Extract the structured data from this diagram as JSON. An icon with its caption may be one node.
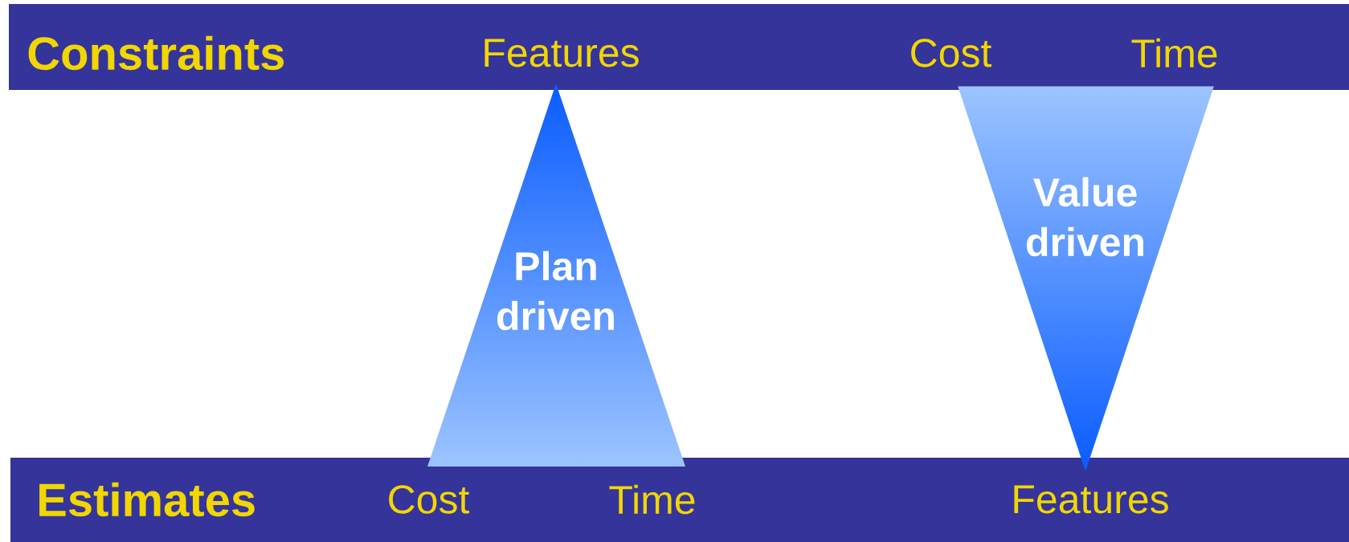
{
  "diagram": {
    "nodes": [
      {
        "text": [
          "Constraints",
          "Features",
          "Cost",
          "Time"
        ]
      },
      {
        "text": [
          "Estimates",
          "Cost",
          "Time",
          "Features"
        ]
      },
      {
        "text": [
          "Plan driven"
        ]
      },
      {
        "text": [
          "Value driven"
        ]
      }
    ]
  }
}
